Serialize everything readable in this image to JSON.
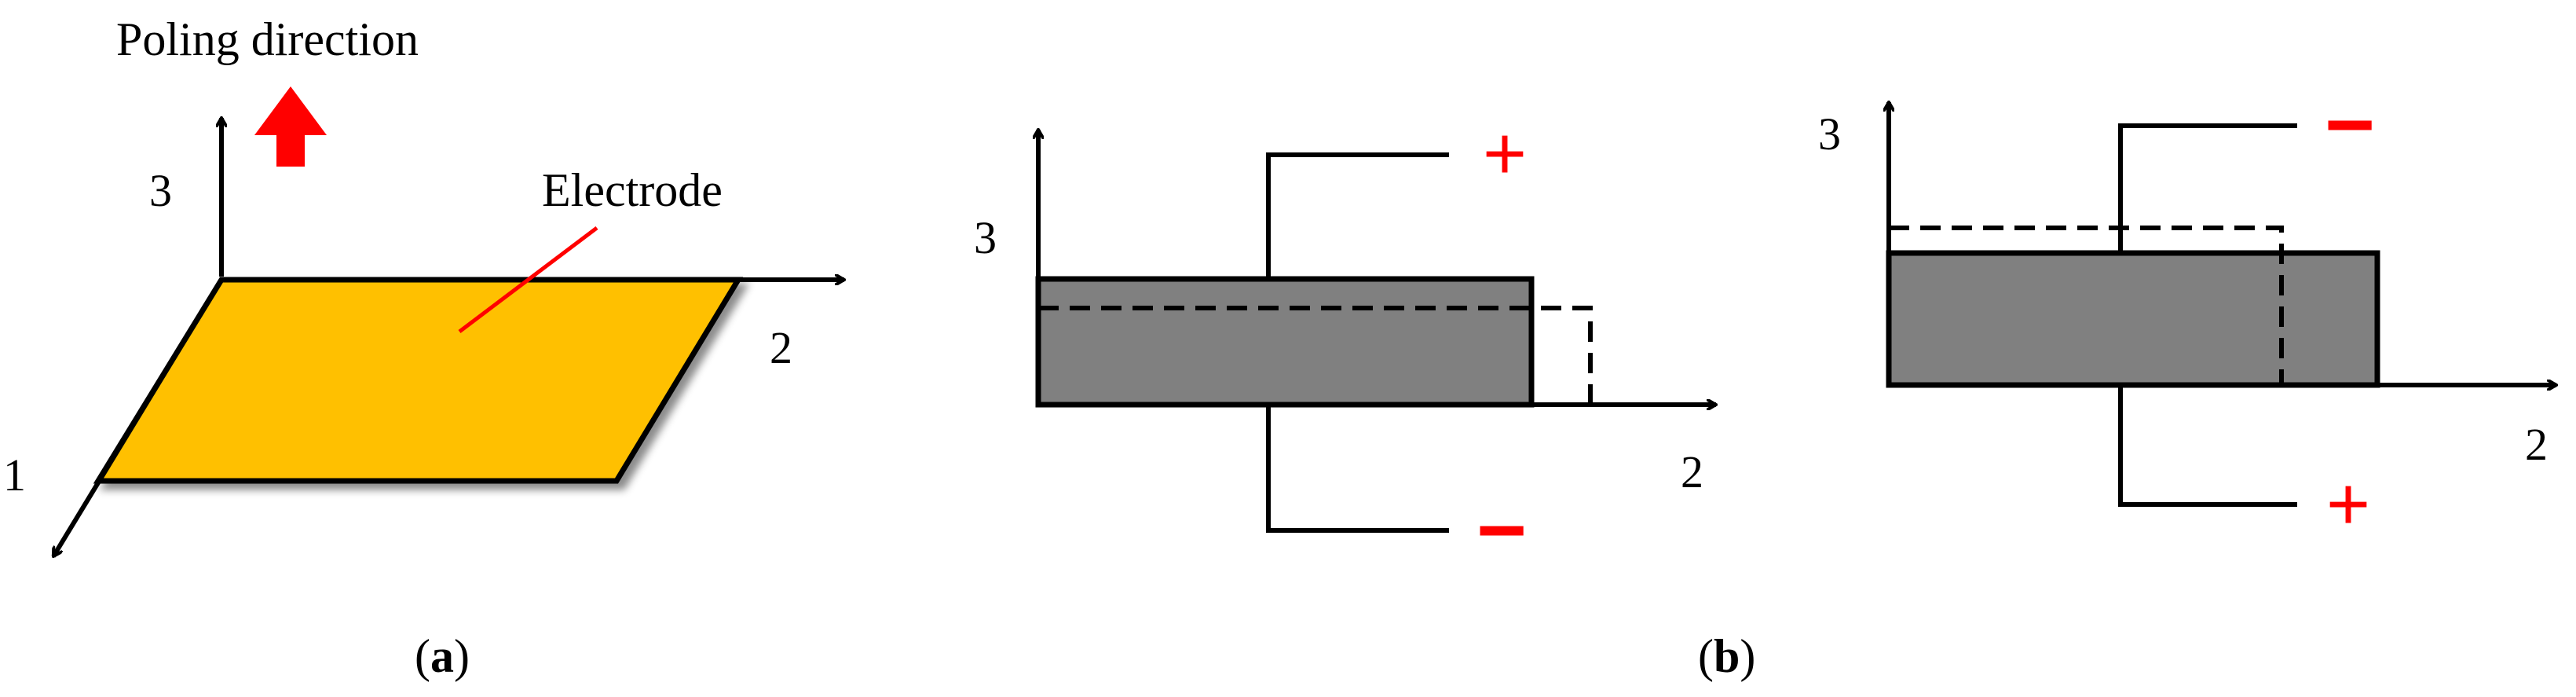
{
  "panel_a": {
    "poling_label": "Poling direction",
    "electrode_label": "Electrode",
    "axis_1": "1",
    "axis_2": "2",
    "axis_3": "3",
    "caption_open": "(",
    "caption_letter": "a",
    "caption_close": ")",
    "colors": {
      "electrode_fill": "#ffc000",
      "arrow": "#ff0000",
      "leader": "#ff0000"
    }
  },
  "panel_b_left": {
    "axis_2": "2",
    "axis_3": "3",
    "top_sign": "+",
    "bottom_sign": "−",
    "colors": {
      "body_fill": "#808080",
      "sign": "#ff0000"
    }
  },
  "panel_b_right": {
    "axis_2": "2",
    "axis_3": "3",
    "top_sign": "−",
    "bottom_sign": "+",
    "colors": {
      "body_fill": "#808080",
      "sign": "#ff0000"
    }
  },
  "caption_b": {
    "open": "(",
    "letter": "b",
    "close": ")"
  }
}
